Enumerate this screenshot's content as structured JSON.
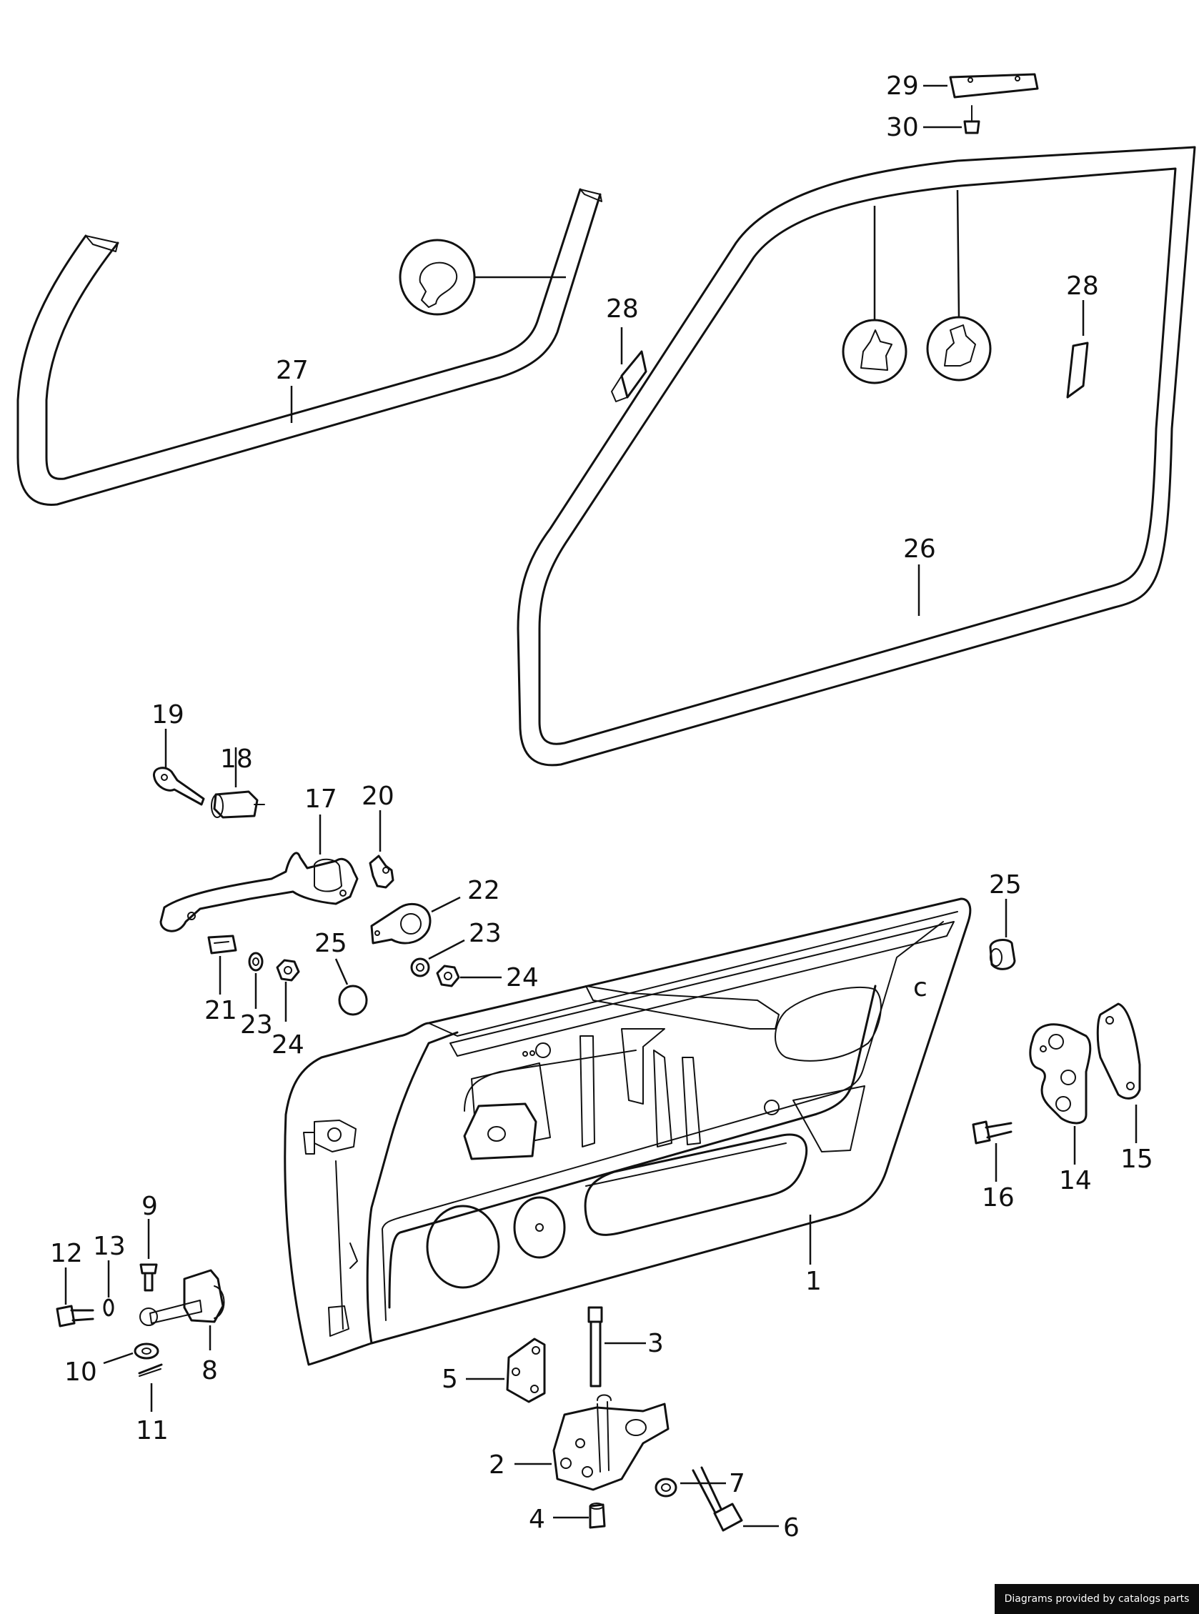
{
  "callouts": {
    "c1": "1",
    "c2": "2",
    "c3": "3",
    "c4": "4",
    "c5": "5",
    "c6": "6",
    "c7": "7",
    "c8": "8",
    "c9": "9",
    "c10": "10",
    "c11": "11",
    "c12": "12",
    "c13": "13",
    "c14": "14",
    "c15": "15",
    "c16": "16",
    "c17": "17",
    "c18": "18",
    "c19": "19",
    "c20": "20",
    "c21": "21",
    "c22": "22",
    "c23a": "23",
    "c23b": "23",
    "c24a": "24",
    "c24b": "24",
    "c25a": "25",
    "c25b": "25",
    "c26": "26",
    "c27": "27",
    "c28a": "28",
    "c28b": "28",
    "c29": "29",
    "c30": "30"
  },
  "panel_marking": "c",
  "watermark": "Diagrams provided by catalogs parts"
}
